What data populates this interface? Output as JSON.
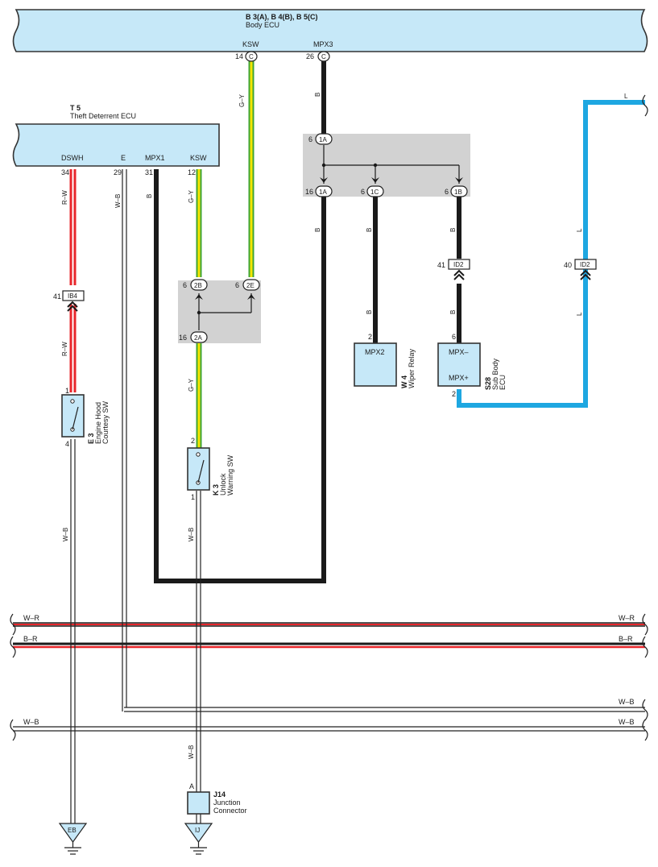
{
  "colors": {
    "ecu_fill": "#c6e8f8",
    "wire_black": "#1a1a1a",
    "wire_red": "#e8262b",
    "wire_green": "#3fa535",
    "wire_yellow": "#f6e500",
    "wire_blue": "#1ea7e1",
    "junction_block": "#d2d2d2"
  },
  "body_ecu": {
    "code": "B 3(A), B 4(B), B 5(C)",
    "name": "Body ECU",
    "pin_ksw_label": "KSW",
    "pin_mpx3_label": "MPX3",
    "pin_ksw_num": "14",
    "pin_ksw_conn": "C",
    "pin_mpx3_num": "26",
    "pin_mpx3_conn": "C"
  },
  "theft_ecu": {
    "code": "T 5",
    "name": "Theft Deterrent ECU",
    "pins": [
      {
        "label": "DSWH",
        "num": "34"
      },
      {
        "label": "E",
        "num": "29"
      },
      {
        "label": "MPX1",
        "num": "31"
      },
      {
        "label": "KSW",
        "num": "12"
      }
    ]
  },
  "wires": {
    "gy_top": "G–Y",
    "b_mpx3": "B",
    "l_right_top": "L",
    "rw_top": "R–W",
    "wb_e": "W–B",
    "b_mpx1": "B",
    "gy_ksw": "G–Y",
    "b_1a": "B",
    "b_1c_top": "B",
    "b_1b_top": "B",
    "l_right_mid": "L",
    "l_right_low": "L",
    "rw_low": "R–W",
    "b_1c_low": "B",
    "b_1b_low": "B",
    "gy_low": "G–Y",
    "wb_e3": "W–B",
    "wb_k3": "W–B",
    "wb_j14": "W–B"
  },
  "junction_top": {
    "in": {
      "num": "6",
      "label": "1A"
    },
    "outs": [
      {
        "num": "16",
        "label": "1A"
      },
      {
        "num": "6",
        "label": "1C"
      },
      {
        "num": "6",
        "label": "1B"
      }
    ]
  },
  "junction_left": {
    "ins": [
      {
        "num": "6",
        "label": "2B"
      },
      {
        "num": "6",
        "label": "2E"
      }
    ],
    "out": {
      "num": "16",
      "label": "2A"
    }
  },
  "connectors": {
    "ib4": {
      "num": "41",
      "label": "IB4"
    },
    "id2_left": {
      "num": "41",
      "label": "ID2"
    },
    "id2_right": {
      "num": "40",
      "label": "ID2"
    }
  },
  "wiper_relay": {
    "code": "W 4",
    "name": "Wiper Relay",
    "terminal": "MPX2",
    "pin": "2"
  },
  "sub_body_ecu": {
    "code": "S28",
    "name_line1": "Sub Body",
    "name_line2": "ECU",
    "terminal_top": "MPX–",
    "terminal_bottom": "MPX+",
    "pin_top": "6",
    "pin_bottom": "2"
  },
  "engine_hood_sw": {
    "code": "E 3",
    "name_line1": "Engine Hood",
    "name_line2": "Courtesy SW",
    "pin_top": "1",
    "pin_bottom": "4"
  },
  "unlock_warning_sw": {
    "code": "K 3",
    "name_line1": "Unlock",
    "name_line2": "Warning SW",
    "pin_top": "2",
    "pin_bottom": "1"
  },
  "junction_connector": {
    "code": "J14",
    "name_line1": "Junction",
    "name_line2": "Connector",
    "pin": "A"
  },
  "buses": [
    {
      "left": "W–R",
      "right": "W–R"
    },
    {
      "left": "B–R",
      "right": "B–R"
    },
    {
      "left": "",
      "right": "W–B"
    },
    {
      "left": "W–B",
      "right": "W–B"
    }
  ],
  "grounds": {
    "eb": "EB",
    "ij": "IJ"
  }
}
